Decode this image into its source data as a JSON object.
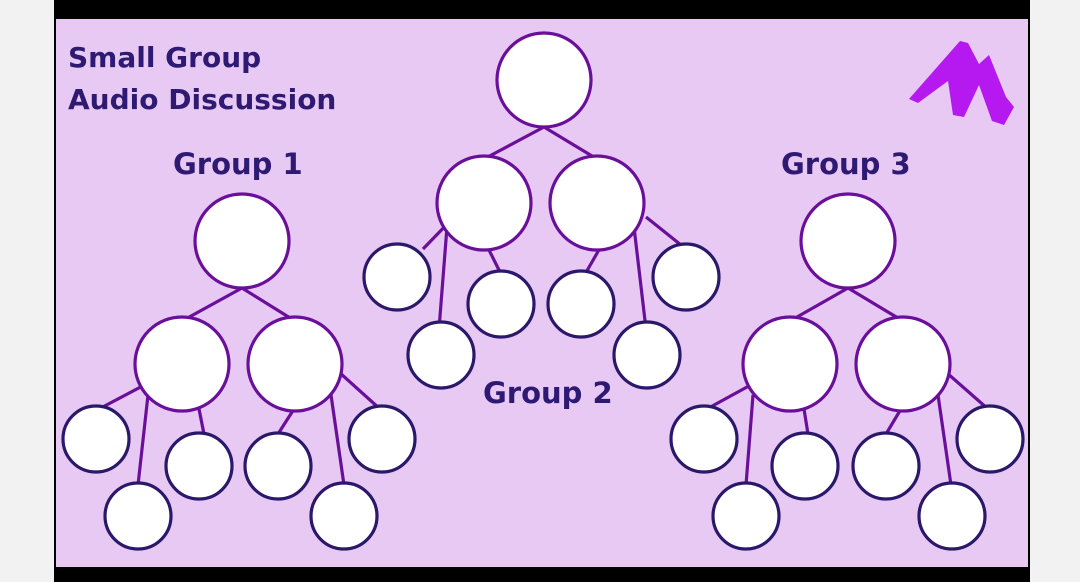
{
  "title": {
    "line1": "Small Group",
    "line2": "Audio Discussion"
  },
  "groups": [
    {
      "label": "Group 1"
    },
    {
      "label": "Group 2"
    },
    {
      "label": "Group 3"
    }
  ],
  "colors": {
    "background": "#e7c9f4",
    "text": "#2e1a72",
    "edge": "#6a0f9a",
    "small_node_outline": "#2a186b",
    "logo": "#b519f0"
  },
  "logo": {
    "icon": "m-logo-icon"
  }
}
